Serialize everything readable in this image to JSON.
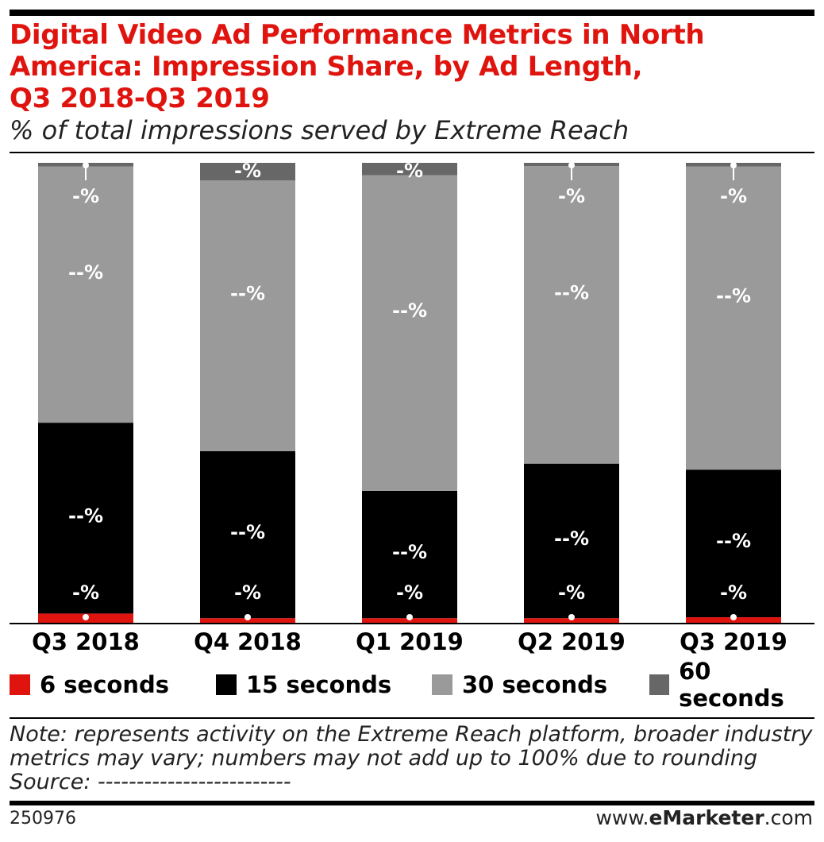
{
  "header": {
    "title_lines": [
      "Digital Video Ad Performance Metrics in North",
      "America: Impression Share, by Ad Length,",
      "Q3 2018-Q3 2019"
    ],
    "subtitle": "% of total impressions served by Extreme Reach"
  },
  "colors": {
    "title": "#e0140e",
    "6_seconds": "#e0140e",
    "15_seconds": "#000000",
    "30_seconds": "#9a9a9a",
    "60_seconds": "#676767"
  },
  "chart_data": {
    "type": "bar",
    "stacked": true,
    "categories": [
      "Q3 2018",
      "Q4 2018",
      "Q1 2019",
      "Q2 2019",
      "Q3 2019"
    ],
    "ylim": [
      0,
      100
    ],
    "grid": false,
    "legend_position": "bottom",
    "series": [
      {
        "name": "6 seconds",
        "values": [
          2.0,
          1.0,
          1.0,
          1.0,
          1.2
        ],
        "labels": [
          "-%",
          "-%",
          "-%",
          "-%",
          "-%"
        ]
      },
      {
        "name": "15 seconds",
        "values": [
          41.5,
          36.3,
          27.7,
          33.6,
          32.1
        ],
        "labels": [
          "--%",
          "--%",
          "--%",
          "--%",
          "--%"
        ]
      },
      {
        "name": "30 seconds",
        "values": [
          55.7,
          58.9,
          68.6,
          64.7,
          65.9
        ],
        "labels": [
          "--%",
          "--%",
          "--%",
          "--%",
          "--%"
        ]
      },
      {
        "name": "60 seconds",
        "values": [
          0.8,
          3.8,
          2.7,
          0.7,
          0.8
        ],
        "labels": [
          "-%",
          "-%",
          "-%",
          "-%",
          "-%"
        ]
      }
    ]
  },
  "legend": {
    "items": [
      {
        "label": "6 seconds",
        "color": "#e0140e"
      },
      {
        "label": "15 seconds",
        "color": "#000000"
      },
      {
        "label": "30 seconds",
        "color": "#9a9a9a"
      },
      {
        "label": "60 seconds",
        "color": "#676767"
      }
    ]
  },
  "footer": {
    "note_lines": [
      "Note: represents activity on the Extreme Reach platform, broader industry",
      "metrics may vary; numbers may not add up to 100% due to rounding",
      "Source: -------------------------"
    ],
    "chart_id": "250976",
    "brand_prefix": "www.",
    "brand_bold": "eMarketer",
    "brand_suffix": ".com"
  }
}
